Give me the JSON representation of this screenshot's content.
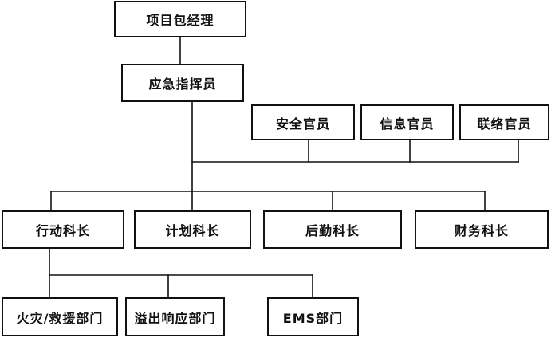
{
  "org_chart": {
    "nodes": [
      {
        "id": "pm",
        "label": "项目包经理"
      },
      {
        "id": "ic",
        "label": "应急指挥员"
      },
      {
        "id": "safety",
        "label": "安全官员"
      },
      {
        "id": "info",
        "label": "信息官员"
      },
      {
        "id": "liaison",
        "label": "联络官员"
      },
      {
        "id": "ops",
        "label": "行动科长"
      },
      {
        "id": "plan",
        "label": "计划科长"
      },
      {
        "id": "logistics",
        "label": "后勤科长"
      },
      {
        "id": "finance",
        "label": "财务科长"
      },
      {
        "id": "fire",
        "label": "火灾/救援部门"
      },
      {
        "id": "spill",
        "label": "溢出响应部门"
      },
      {
        "id": "ems",
        "label": "EMS部门"
      }
    ],
    "edges": [
      [
        "pm",
        "ic"
      ],
      [
        "ic",
        "safety"
      ],
      [
        "ic",
        "info"
      ],
      [
        "ic",
        "liaison"
      ],
      [
        "ic",
        "ops"
      ],
      [
        "ic",
        "plan"
      ],
      [
        "ic",
        "logistics"
      ],
      [
        "ic",
        "finance"
      ],
      [
        "ops",
        "fire"
      ],
      [
        "ops",
        "spill"
      ],
      [
        "ops",
        "ems"
      ]
    ]
  }
}
